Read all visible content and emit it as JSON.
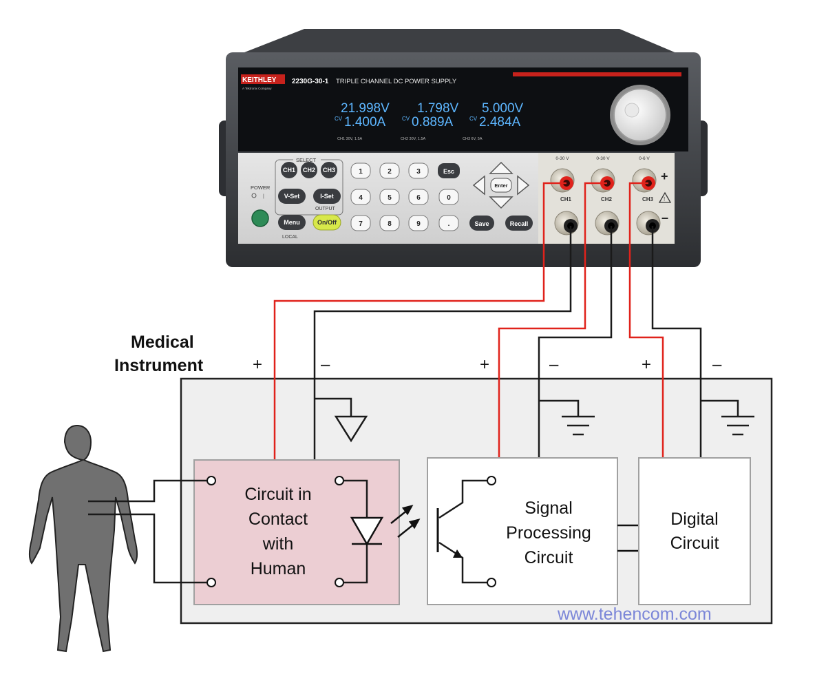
{
  "device": {
    "brand": "KEITHLEY",
    "brand_sub": "A Tektronix Company",
    "model": "2230G-30-1",
    "description": "TRIPLE CHANNEL DC POWER SUPPLY",
    "display": {
      "voltages": [
        "21.998V",
        "1.798V",
        "5.000V"
      ],
      "currents": [
        "1.400A",
        "0.889A",
        "2.484A"
      ],
      "mode": "CV"
    },
    "channel_ratings": [
      "CH1 30V, 1.5A",
      "CH2 30V, 1.5A",
      "CH3 6V, 5A"
    ],
    "keypad": {
      "select_label": "SELECT",
      "ch_buttons": [
        "CH1",
        "CH2",
        "CH3"
      ],
      "vset": "V-Set",
      "iset": "I-Set",
      "output_label": "OUTPUT",
      "menu": "Menu",
      "onoff": "On/Off",
      "local": "LOCAL",
      "power": "POWER",
      "digits": [
        "1",
        "2",
        "3",
        "Esc",
        "4",
        "5",
        "6",
        "0",
        "7",
        "8",
        "9",
        "."
      ],
      "enter": "Enter",
      "save": "Save",
      "recall": "Recall"
    },
    "outputs": {
      "ranges": [
        "0-30 V",
        "0-30 V",
        "0-6 V"
      ],
      "channels": [
        "CH1",
        "CH2",
        "CH3"
      ],
      "plus": "+",
      "minus": "–"
    }
  },
  "diagram": {
    "title_line1": "Medical",
    "title_line2": "Instrument",
    "plus": "+",
    "minus": "–",
    "blocks": {
      "human_circuit": [
        "Circuit in",
        "Contact",
        "with",
        "Human"
      ],
      "signal": [
        "Signal",
        "Processing",
        "Circuit"
      ],
      "digital": [
        "Digital",
        "Circuit"
      ]
    },
    "watermark": "www.tehencom.com"
  },
  "colors": {
    "red_wire": "#e0221b",
    "human_block": "#ecced3",
    "enclosure": "#efefef",
    "onoff_button": "#d8e84a",
    "power_button": "#2e8b57"
  }
}
